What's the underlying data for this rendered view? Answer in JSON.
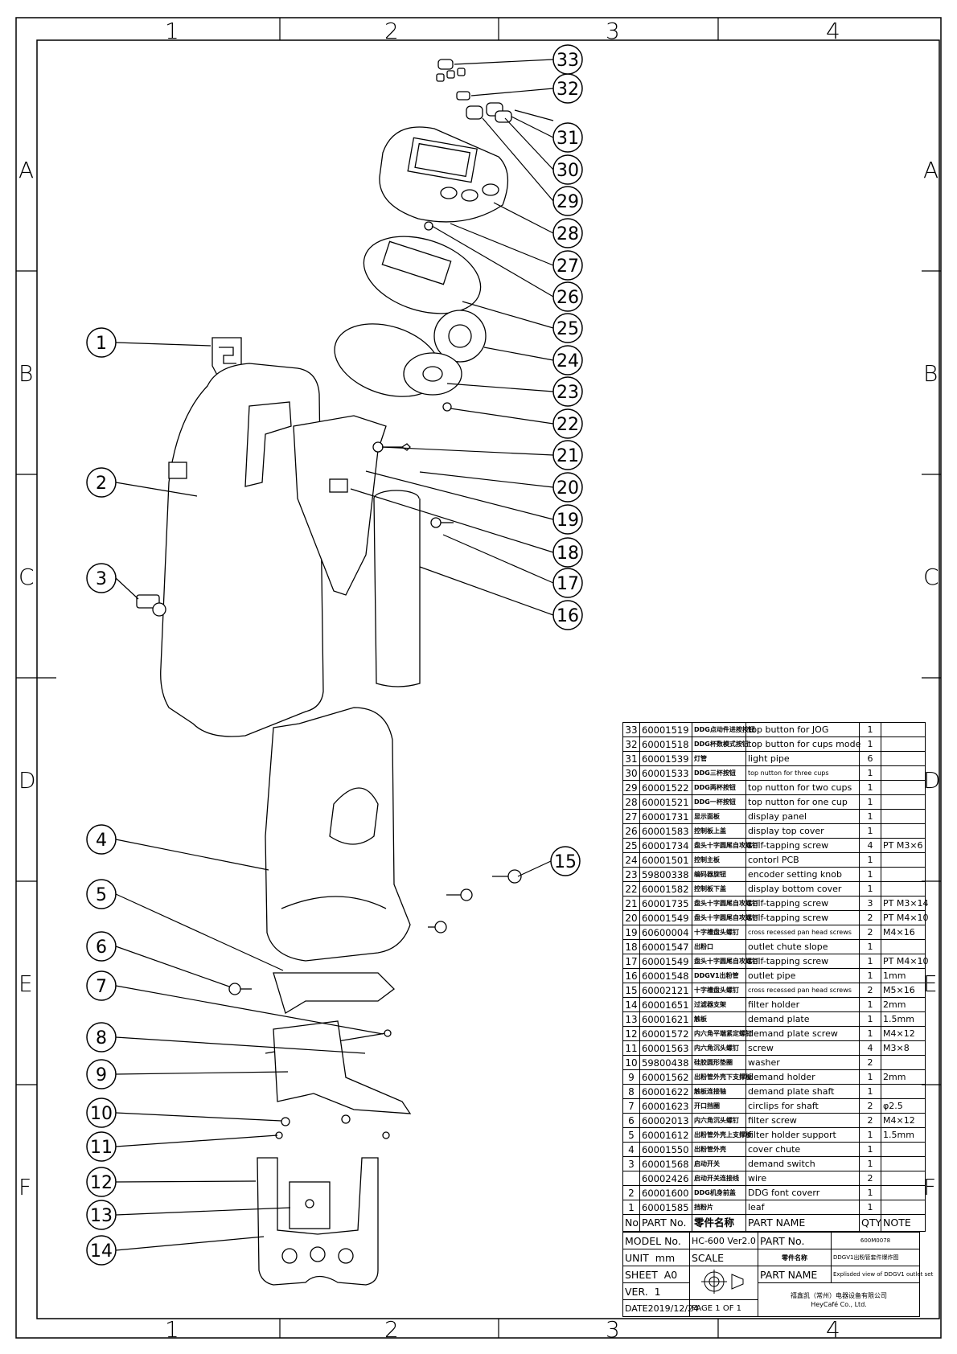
{
  "drawing": {
    "columns": [
      "1",
      "2",
      "3",
      "4"
    ],
    "rows": [
      "A",
      "B",
      "C",
      "D",
      "E",
      "F"
    ]
  },
  "callouts": [
    "1",
    "2",
    "3",
    "4",
    "5",
    "6",
    "7",
    "8",
    "9",
    "10",
    "11",
    "12",
    "13",
    "14",
    "15",
    "16",
    "17",
    "18",
    "19",
    "20",
    "21",
    "22",
    "23",
    "24",
    "25",
    "26",
    "27",
    "28",
    "29",
    "30",
    "31",
    "32",
    "33"
  ],
  "bom": {
    "rows": [
      {
        "no": "33",
        "part_no": "60001519",
        "cn": "DDG点动件进按按钮",
        "name": "top button for JOG",
        "qty": "1",
        "note": ""
      },
      {
        "no": "32",
        "part_no": "60001518",
        "cn": "DDG杯数模式按钮",
        "name": "top button for cups mode",
        "qty": "1",
        "note": ""
      },
      {
        "no": "31",
        "part_no": "60001539",
        "cn": "灯管",
        "name": "light pipe",
        "qty": "6",
        "note": ""
      },
      {
        "no": "30",
        "part_no": "60001533",
        "cn": "DDG三杯按钮",
        "name": "top nutton for three cups",
        "qty": "1",
        "note": ""
      },
      {
        "no": "29",
        "part_no": "60001522",
        "cn": "DDG两杯按钮",
        "name": "top nutton for two cups",
        "qty": "1",
        "note": ""
      },
      {
        "no": "28",
        "part_no": "60001521",
        "cn": "DDG一杯按钮",
        "name": "top nutton for one cup",
        "qty": "1",
        "note": ""
      },
      {
        "no": "27",
        "part_no": "60001731",
        "cn": "显示面板",
        "name": "display panel",
        "qty": "1",
        "note": ""
      },
      {
        "no": "26",
        "part_no": "60001583",
        "cn": "控制板上盖",
        "name": "display top cover",
        "qty": "1",
        "note": ""
      },
      {
        "no": "25",
        "part_no": "60001734",
        "cn": "盘头十字圆尾自攻螺钉",
        "name": "self-tapping screw",
        "qty": "4",
        "note": "PT M3×6"
      },
      {
        "no": "24",
        "part_no": "60001501",
        "cn": "控制主板",
        "name": "contorl PCB",
        "qty": "1",
        "note": ""
      },
      {
        "no": "23",
        "part_no": "59800338",
        "cn": "编码器旋钮",
        "name": "encoder setting knob",
        "qty": "1",
        "note": ""
      },
      {
        "no": "22",
        "part_no": "60001582",
        "cn": "控制板下盖",
        "name": "display bottom cover",
        "qty": "1",
        "note": ""
      },
      {
        "no": "21",
        "part_no": "60001735",
        "cn": "盘头十字圆尾自攻螺钉",
        "name": "self-tapping screw",
        "qty": "3",
        "note": "PT M3×14"
      },
      {
        "no": "20",
        "part_no": "60001549",
        "cn": "盘头十字圆尾自攻螺钉",
        "name": "self-tapping screw",
        "qty": "2",
        "note": "PT M4×10"
      },
      {
        "no": "19",
        "part_no": "60600004",
        "cn": "十字槽盘头螺钉",
        "name": "cross recessed pan head screws",
        "qty": "2",
        "note": "M4×16"
      },
      {
        "no": "18",
        "part_no": "60001547",
        "cn": "出粉口",
        "name": "outlet chute slope",
        "qty": "1",
        "note": ""
      },
      {
        "no": "17",
        "part_no": "60001549",
        "cn": "盘头十字圆尾自攻螺钉",
        "name": "self-tapping screw",
        "qty": "1",
        "note": "PT M4×10"
      },
      {
        "no": "16",
        "part_no": "60001548",
        "cn": "DDGV1出粉管",
        "name": "outlet pipe",
        "qty": "1",
        "note": "1mm"
      },
      {
        "no": "15",
        "part_no": "60002121",
        "cn": "十字槽盘头螺钉",
        "name": "cross recessed pan head screws",
        "qty": "2",
        "note": "M5×16"
      },
      {
        "no": "14",
        "part_no": "60001651",
        "cn": "过滤器支架",
        "name": "filter holder",
        "qty": "1",
        "note": "2mm"
      },
      {
        "no": "13",
        "part_no": "60001621",
        "cn": "触板",
        "name": "demand plate",
        "qty": "1",
        "note": "1.5mm"
      },
      {
        "no": "12",
        "part_no": "60001572",
        "cn": "内六角平端紧定螺钉",
        "name": "demand plate screw",
        "qty": "1",
        "note": "M4×12"
      },
      {
        "no": "11",
        "part_no": "60001563",
        "cn": "内六角沉头螺钉",
        "name": "screw",
        "qty": "4",
        "note": "M3×8"
      },
      {
        "no": "10",
        "part_no": "59800438",
        "cn": "硅胶圆形垫圈",
        "name": "washer",
        "qty": "2",
        "note": ""
      },
      {
        "no": "9",
        "part_no": "60001562",
        "cn": "出粉管外壳下支撑板",
        "name": "demand holder",
        "qty": "1",
        "note": "2mm"
      },
      {
        "no": "8",
        "part_no": "60001622",
        "cn": "触板连接轴",
        "name": "demand plate shaft",
        "qty": "1",
        "note": ""
      },
      {
        "no": "7",
        "part_no": "60001623",
        "cn": "开口挡圈",
        "name": "circlips for shaft",
        "qty": "2",
        "note": "φ2.5"
      },
      {
        "no": "6",
        "part_no": "60002013",
        "cn": "内六角沉头螺钉",
        "name": "filter screw",
        "qty": "2",
        "note": "M4×12"
      },
      {
        "no": "5",
        "part_no": "60001612",
        "cn": "出粉管外壳上支撑板",
        "name": "filter holder support",
        "qty": "1",
        "note": "1.5mm"
      },
      {
        "no": "4",
        "part_no": "60001550",
        "cn": "出粉管外壳",
        "name": "cover chute",
        "qty": "1",
        "note": ""
      },
      {
        "no": "3",
        "part_no": "60001568",
        "cn": "启动开关",
        "name": "demand switch",
        "qty": "1",
        "note": ""
      },
      {
        "no": "",
        "part_no": "60002426",
        "cn": "启动开关连接线",
        "name": "wire",
        "qty": "2",
        "note": ""
      },
      {
        "no": "2",
        "part_no": "60001600",
        "cn": "DDG机身前盖",
        "name": "DDG font coverr",
        "qty": "1",
        "note": ""
      },
      {
        "no": "1",
        "part_no": "60001585",
        "cn": "挡粉片",
        "name": "leaf",
        "qty": "1",
        "note": ""
      }
    ],
    "header": {
      "no": "No",
      "part_no": "PART No.",
      "cn": "零件名称",
      "name": "PART NAME",
      "qty": "QTY",
      "note": "NOTE"
    }
  },
  "title_block": {
    "model_label": "MODEL No.",
    "model_value": "HC-600 Ver2.0",
    "partno_label": "PART No.",
    "partno_value": "600M0078",
    "unit_label": "UNIT",
    "unit_value": "mm",
    "scale_label": "SCALE",
    "cn_name_label": "零件名称",
    "cn_name_value": "DDGV1出粉管套件爆炸图",
    "sheet_label": "SHEET",
    "sheet_value": "A0",
    "partname_label": "PART NAME",
    "partname_value": "Explisded view of DDGV1 outlet set",
    "ver_label": "VER.",
    "ver_value": "1",
    "company_cn": "禧鑫凯（常州）电器设备有限公司",
    "company_en": "HeyCafé Co., Ltd.",
    "date_label": "DATE",
    "date_value": "2019/12/24",
    "page_value": "PAGE 1 OF 1"
  }
}
